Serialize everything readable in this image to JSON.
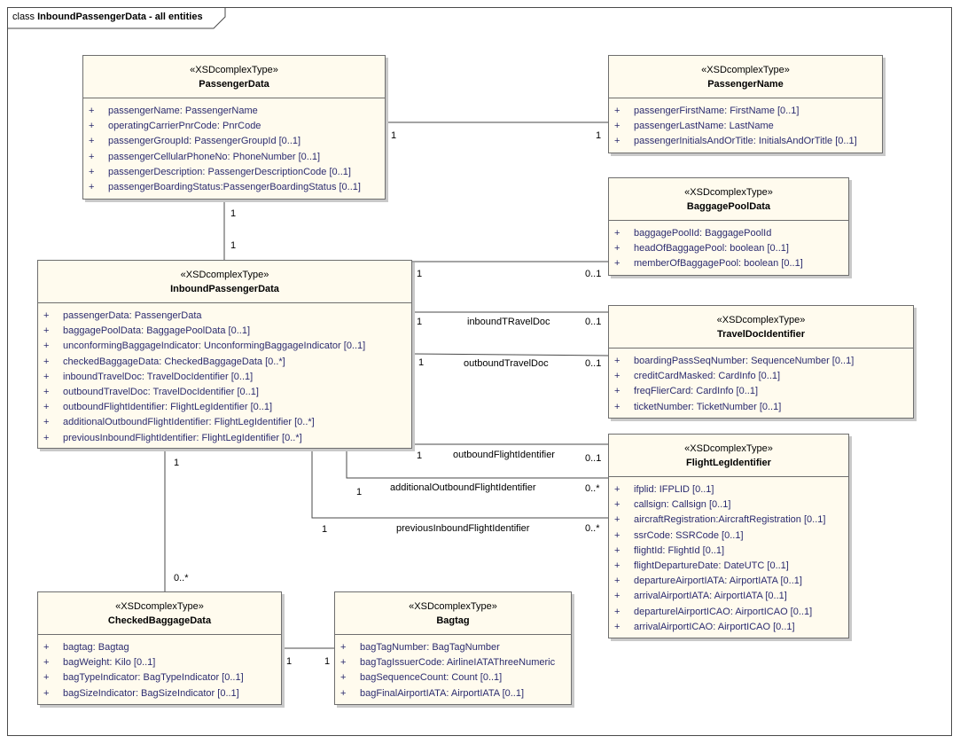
{
  "diagram": {
    "frame_title_prefix": "class",
    "frame_title": "InboundPassengerData - all entities"
  },
  "classes": {
    "PassengerData": {
      "stereotype": "«XSDcomplexType»",
      "name": "PassengerData",
      "attributes": [
        {
          "vis": "+",
          "text": "passengerName: PassengerName"
        },
        {
          "vis": "+",
          "text": "operatingCarrierPnrCode: PnrCode"
        },
        {
          "vis": "+",
          "text": "passengerGroupId: PassengerGroupId [0..1]"
        },
        {
          "vis": "+",
          "text": "passengerCellularPhoneNo: PhoneNumber [0..1]"
        },
        {
          "vis": "+",
          "text": "passengerDescription: PassengerDescriptionCode [0..1]"
        },
        {
          "vis": "+",
          "text": "passengerBoardingStatus:PassengerBoardingStatus [0..1]"
        }
      ]
    },
    "PassengerName": {
      "stereotype": "«XSDcomplexType»",
      "name": "PassengerName",
      "attributes": [
        {
          "vis": "+",
          "text": "passengerFirstName: FirstName [0..1]"
        },
        {
          "vis": "+",
          "text": "passengerLastName: LastName"
        },
        {
          "vis": "+",
          "text": "passengerInitialsAndOrTitle: InitialsAndOrTitle [0..1]"
        }
      ]
    },
    "BaggagePoolData": {
      "stereotype": "«XSDcomplexType»",
      "name": "BaggagePoolData",
      "attributes": [
        {
          "vis": "+",
          "text": "baggagePoolId: BaggagePoolId"
        },
        {
          "vis": "+",
          "text": "headOfBaggagePool: boolean [0..1]"
        },
        {
          "vis": "+",
          "text": "memberOfBaggagePool: boolean [0..1]"
        }
      ]
    },
    "InboundPassengerData": {
      "stereotype": "«XSDcomplexType»",
      "name": "InboundPassengerData",
      "attributes": [
        {
          "vis": "+",
          "text": "passengerData: PassengerData"
        },
        {
          "vis": "+",
          "text": "baggagePoolData: BaggagePoolData [0..1]"
        },
        {
          "vis": "+",
          "text": "unconformingBaggageIndicator: UnconformingBaggageIndicator [0..1]"
        },
        {
          "vis": "+",
          "text": "checkedBaggageData: CheckedBaggageData [0..*]"
        },
        {
          "vis": "+",
          "text": "inboundTravelDoc: TravelDocIdentifier [0..1]"
        },
        {
          "vis": "+",
          "text": "outboundTravelDoc: TravelDocIdentifier [0..1]"
        },
        {
          "vis": "+",
          "text": "outboundFlightIdentifier: FlightLegIdentifier [0..1]"
        },
        {
          "vis": "+",
          "text": "additionalOutboundFlightIdentifier: FlightLegIdentifier [0..*]"
        },
        {
          "vis": "+",
          "text": "previousInboundFlightIdentifier: FlightLegIdentifier [0..*]"
        }
      ]
    },
    "TravelDocIdentifier": {
      "stereotype": "«XSDcomplexType»",
      "name": "TravelDocIdentifier",
      "attributes": [
        {
          "vis": "+",
          "text": "boardingPassSeqNumber: SequenceNumber [0..1]"
        },
        {
          "vis": "+",
          "text": "creditCardMasked: CardInfo [0..1]"
        },
        {
          "vis": "+",
          "text": "freqFlierCard: CardInfo [0..1]"
        },
        {
          "vis": "+",
          "text": "ticketNumber: TicketNumber [0..1]"
        }
      ]
    },
    "FlightLegIdentifier": {
      "stereotype": "«XSDcomplexType»",
      "name": "FlightLegIdentifier",
      "attributes": [
        {
          "vis": "+",
          "text": "ifplid: IFPLID [0..1]"
        },
        {
          "vis": "+",
          "text": "callsign: Callsign [0..1]"
        },
        {
          "vis": "+",
          "text": "aircraftRegistration:AircraftRegistration [0..1]"
        },
        {
          "vis": "+",
          "text": "ssrCode: SSRCode [0..1]"
        },
        {
          "vis": "+",
          "text": "flightId: FlightId [0..1]"
        },
        {
          "vis": "+",
          "text": "flightDepartureDate: DateUTC [0..1]"
        },
        {
          "vis": "+",
          "text": "departureAirportIATA: AirportIATA [0..1]"
        },
        {
          "vis": "+",
          "text": "arrivalAirportIATA: AirportIATA [0..1]"
        },
        {
          "vis": "+",
          "text": "departurelAirportICAO: AirportICAO [0..1]"
        },
        {
          "vis": "+",
          "text": "arrivalAirportICAO: AirportICAO [0..1]"
        }
      ]
    },
    "CheckedBaggageData": {
      "stereotype": "«XSDcomplexType»",
      "name": "CheckedBaggageData",
      "attributes": [
        {
          "vis": "+",
          "text": "bagtag: Bagtag"
        },
        {
          "vis": "+",
          "text": "bagWeight: Kilo [0..1]"
        },
        {
          "vis": "+",
          "text": "bagTypeIndicator: BagTypeIndicator [0..1]"
        },
        {
          "vis": "+",
          "text": "bagSizeIndicator: BagSizeIndicator [0..1]"
        }
      ]
    },
    "Bagtag": {
      "stereotype": "«XSDcomplexType»",
      "name": "Bagtag",
      "attributes": [
        {
          "vis": "+",
          "text": "bagTagNumber: BagTagNumber"
        },
        {
          "vis": "+",
          "text": "bagTagIssuerCode: AirlineIATAThreeNumeric"
        },
        {
          "vis": "+",
          "text": "bagSequenceCount: Count [0..1]"
        },
        {
          "vis": "+",
          "text": "bagFinalAirportIATA: AirportIATA [0..1]"
        }
      ]
    }
  },
  "associations": {
    "inboundTravelDoc": {
      "label": "inboundTRavelDoc",
      "source_mult": "1",
      "target_mult": "0..1"
    },
    "outboundTravelDoc": {
      "label": "outboundTravelDoc",
      "source_mult": "1",
      "target_mult": "0..1"
    },
    "outboundFlightIdentifier": {
      "label": "outboundFlightIdentifier",
      "source_mult": "1",
      "target_mult": "0..1"
    },
    "additionalOutboundFlightIdentifier": {
      "label": "additionalOutboundFlightIdentifier",
      "source_mult": "1",
      "target_mult": "0..*"
    },
    "previousInboundFlightIdentifier": {
      "label": "previousInboundFlightIdentifier",
      "source_mult": "1",
      "target_mult": "0..*"
    },
    "passengerName": {
      "source_mult": "1",
      "target_mult": "1"
    },
    "passengerData": {
      "source_mult": "1",
      "target_mult": "1"
    },
    "baggagePoolData": {
      "source_mult": "1",
      "target_mult": "0..1"
    },
    "checkedBaggageData": {
      "source_mult": "1",
      "target_mult": "0..*"
    },
    "bagtag": {
      "source_mult": "1",
      "target_mult": "1"
    }
  }
}
